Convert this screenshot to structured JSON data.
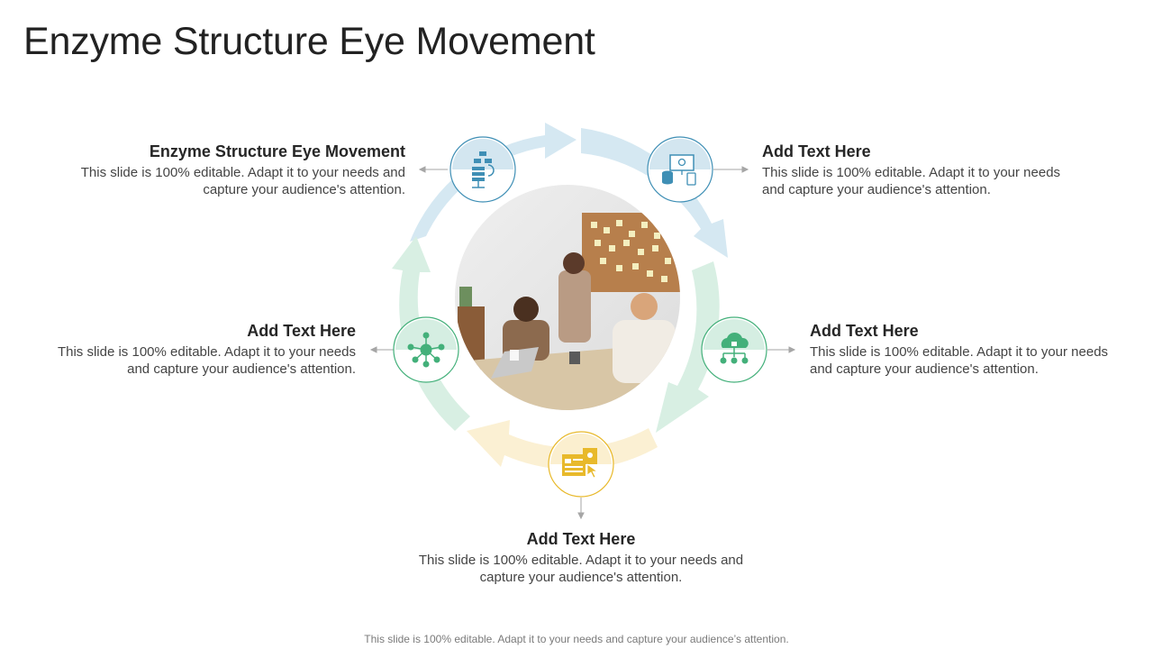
{
  "title": "Enzyme Structure Eye Movement",
  "colors": {
    "blue": "#3f8fb5",
    "blue_light": "#d3e6f0",
    "green": "#43b07a",
    "green_light": "#d5eee2",
    "yellow": "#e8b92b",
    "yellow_light": "#fbefcf",
    "arrow_gray": "#9a9a9a"
  },
  "items": [
    {
      "heading": "Enzyme Structure Eye Movement",
      "body": "This slide is 100% editable. Adapt it to your needs and capture your audience's attention.",
      "icon": "flowchart-server-icon"
    },
    {
      "heading": "Add Text Here",
      "body": "This slide is 100% editable. Adapt it to your needs and capture your audience's attention.",
      "icon": "monitor-database-icon"
    },
    {
      "heading": "Add Text Here",
      "body": "This slide is 100% editable. Adapt it to your needs and capture your audience's attention.",
      "icon": "cloud-lock-network-icon"
    },
    {
      "heading": "Add Text Here",
      "body": "This slide is 100% editable. Adapt it to your needs and capture your audience's attention.",
      "icon": "hub-network-icon"
    },
    {
      "heading": "Add Text Here",
      "body": "This slide is 100% editable. Adapt it to your needs and capture your audience's attention.",
      "icon": "browser-click-icon"
    }
  ],
  "center_image": "office-meeting-photo",
  "footer": "This slide is 100% editable. Adapt it to your needs and capture your audience’s attention."
}
